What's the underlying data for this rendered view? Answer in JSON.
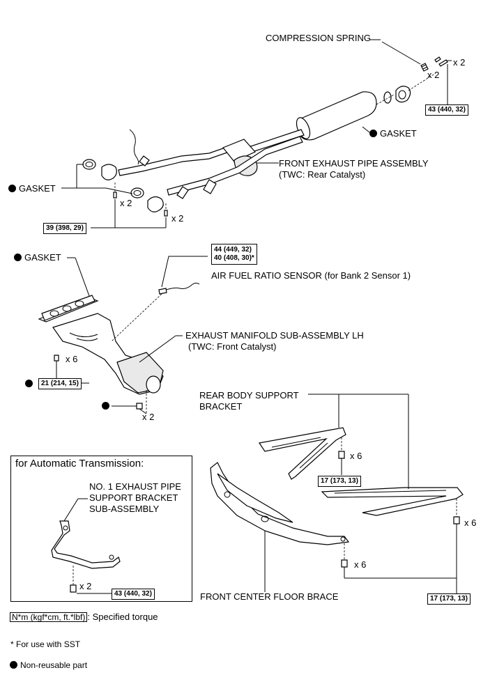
{
  "labels": {
    "compression_spring": "COMPRESSION SPRING",
    "gasket": "GASKET",
    "front_exhaust_pipe_1": "FRONT EXHAUST PIPE ASSEMBLY",
    "front_exhaust_pipe_2": "(TWC: Rear Catalyst)",
    "air_fuel_sensor": "AIR FUEL RATIO SENSOR (for Bank 2 Sensor 1)",
    "exhaust_manifold_1": "EXHAUST MANIFOLD SUB-ASSEMBLY LH",
    "exhaust_manifold_2": "(TWC: Front Catalyst)",
    "rear_body_support_1": "REAR BODY SUPPORT",
    "rear_body_support_2": "BRACKET",
    "inset_title": "for Automatic Transmission:",
    "no1_bracket_1": "NO. 1 EXHAUST PIPE",
    "no1_bracket_2": "SUPPORT BRACKET",
    "no1_bracket_3": "SUB-ASSEMBLY",
    "front_center_floor_brace": "FRONT CENTER FLOOR BRACE"
  },
  "quantities": {
    "x2": "x 2",
    "x6": "x 6"
  },
  "torques": {
    "t43": "43 (440, 32)",
    "t39": "39 (398, 29)",
    "t44": "44 (449, 32)",
    "t40": "40 (408, 30)*",
    "t21": "21 (214, 15)",
    "t17": "17 (173, 13)"
  },
  "legend": {
    "torque_unit": "N*m (kgf*cm, ft.*lbf)",
    "torque_text": ": Specified torque",
    "sst_note": "* For use with SST",
    "non_reusable": "Non-reusable part"
  }
}
